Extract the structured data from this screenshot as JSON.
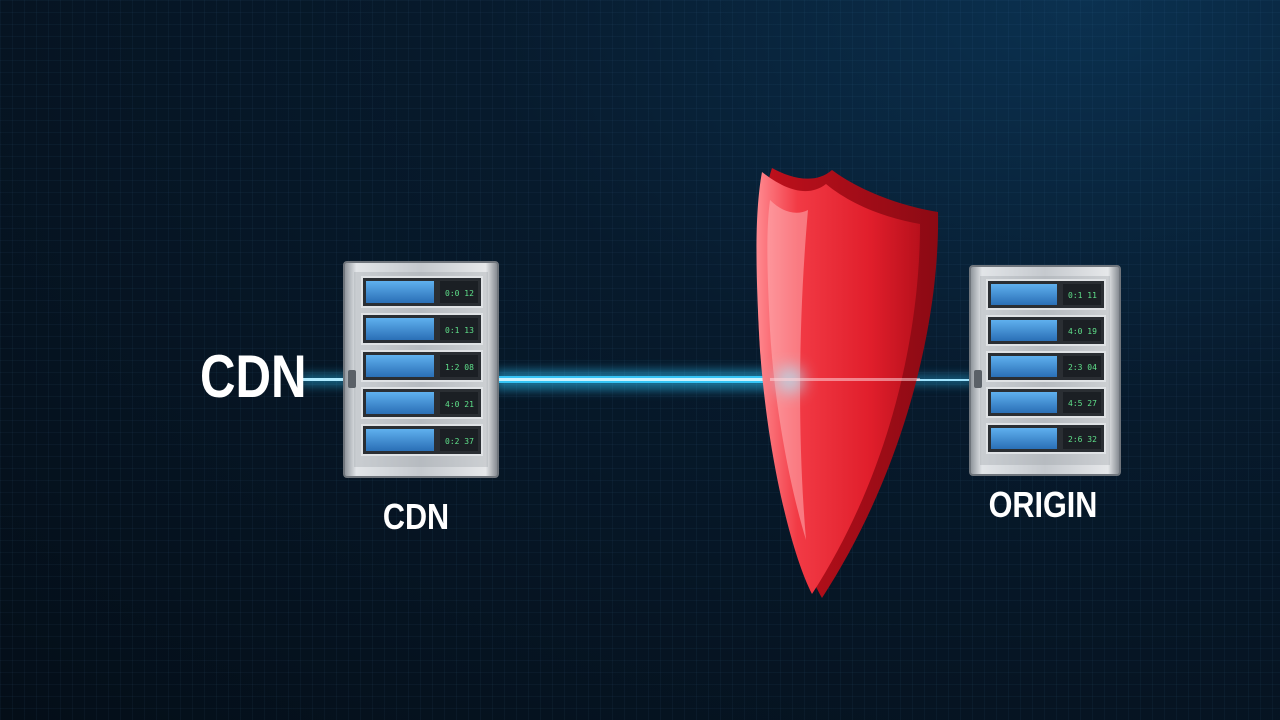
{
  "labels": {
    "side": "CDN",
    "cdn_server": "CDN",
    "origin_server": "ORIGIN"
  },
  "nodes": [
    {
      "id": "cdn",
      "label": "CDN"
    },
    {
      "id": "shield",
      "label": ""
    },
    {
      "id": "origin",
      "label": "ORIGIN"
    }
  ],
  "connections": [
    {
      "from": "cdn",
      "to": "origin",
      "through": "shield"
    }
  ],
  "colors": {
    "beam": "#2ec8ff",
    "shield": "#e01e2b",
    "server_body": "#c9cdd2",
    "drive": "#3d8fd6",
    "background": "#061525"
  },
  "icons": [
    "server-rack-icon",
    "shield-icon"
  ]
}
